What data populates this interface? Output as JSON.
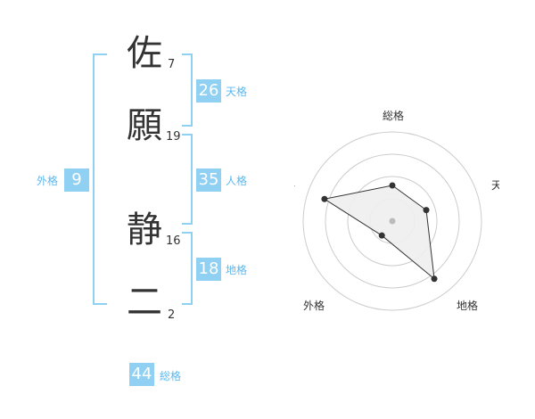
{
  "name_chars": [
    {
      "char": "佐",
      "strokes": "7"
    },
    {
      "char": "願",
      "strokes": "19"
    },
    {
      "char": "静",
      "strokes": "16"
    },
    {
      "char": "二",
      "strokes": "2"
    }
  ],
  "kaku": {
    "tenkaku": {
      "value": "26",
      "label": "天格"
    },
    "jinkaku": {
      "value": "35",
      "label": "人格"
    },
    "chikaku": {
      "value": "18",
      "label": "地格"
    },
    "gaikaku": {
      "value": "9",
      "label": "外格"
    },
    "soukaku": {
      "value": "44",
      "label": "総格"
    }
  },
  "chart_data": {
    "type": "radar",
    "axes": [
      "総格",
      "天格",
      "地格",
      "外格",
      "人格"
    ],
    "values": [
      2,
      2,
      4,
      1,
      4
    ],
    "max": 5,
    "rings": 4,
    "colors": {
      "fill": "#eeeeee",
      "line": "#333333",
      "ring": "#cccccc",
      "center": "#bbbbbb"
    }
  }
}
